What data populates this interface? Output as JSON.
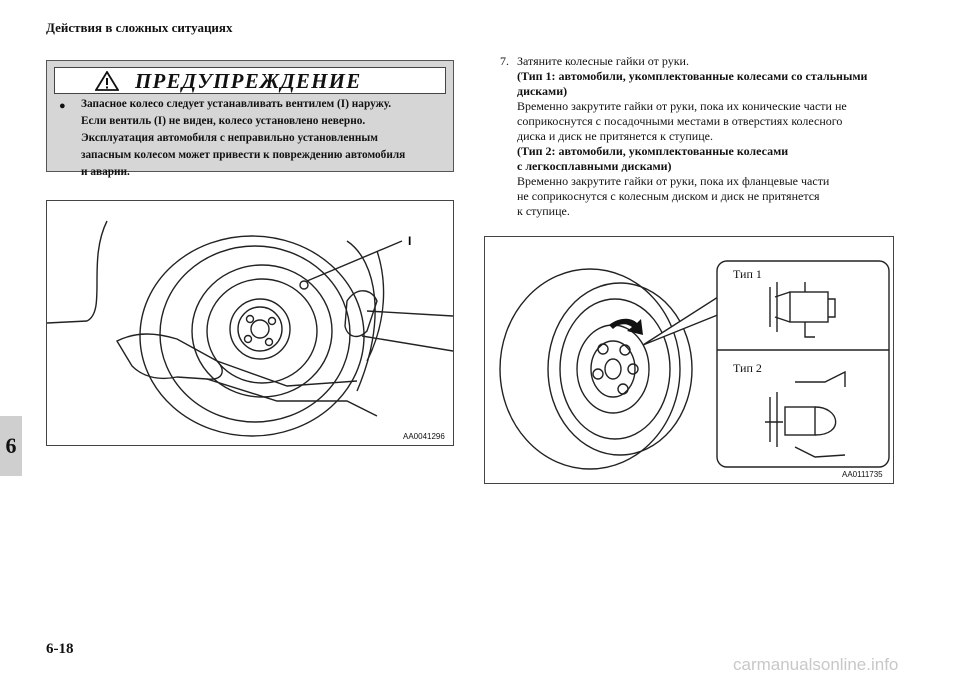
{
  "header": {
    "title": "Действия в сложных ситуациях"
  },
  "chapter_tab": "6",
  "page_number": "6-18",
  "watermark": "carmanualsonline.info",
  "warning": {
    "title": "ПРЕДУПРЕЖДЕНИЕ",
    "lines": [
      "Запасное колесо следует устанавливать вентилем (I) наружу.",
      "Если вентиль (I) не виден, колесо установлено неверно.",
      "Эксплуатация автомобиля с неправильно установленным",
      "запасным колесом может привести к повреждению автомобиля",
      "и аварии."
    ]
  },
  "figure_left": {
    "callout": "I",
    "code": "AA0041296"
  },
  "step": {
    "number": "7.",
    "lines": [
      {
        "text": "Затяните колесные гайки от руки.",
        "bold": false
      },
      {
        "text": "(Тип 1: автомобили, укомплектованные колесами со стальными",
        "bold": true
      },
      {
        "text": "дисками)",
        "bold": true
      },
      {
        "text": "Временно закрутите гайки от руки, пока их конические части не",
        "bold": false
      },
      {
        "text": "соприкоснутся с посадочными местами в отверстиях колесного",
        "bold": false
      },
      {
        "text": "диска и диск не притянется к ступице.",
        "bold": false
      },
      {
        "text": "(Тип 2: автомобили, укомплектованные колесами",
        "bold": true
      },
      {
        "text": "с легкосплавными дисками)",
        "bold": true
      },
      {
        "text": "Временно закрутите гайки от руки, пока их фланцевые части",
        "bold": false
      },
      {
        "text": "не соприкоснутся с колесным диском и диск не притянется",
        "bold": false
      },
      {
        "text": "к ступице.",
        "bold": false
      }
    ]
  },
  "figure_right": {
    "type1": "Тип 1",
    "type2": "Тип 2",
    "code": "AA0111735"
  }
}
